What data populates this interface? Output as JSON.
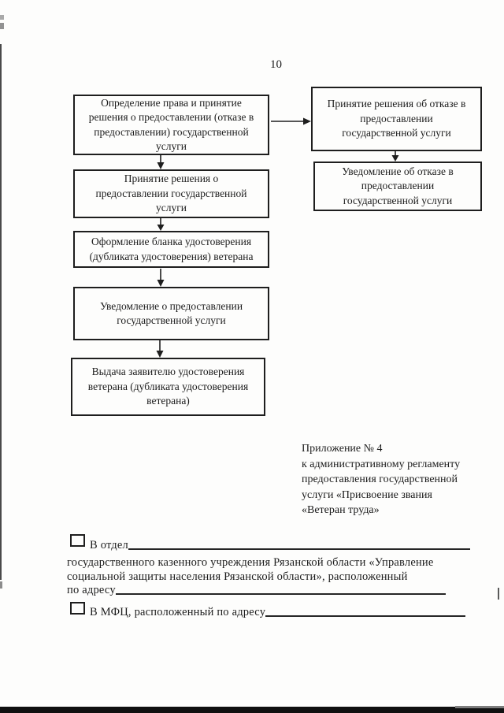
{
  "page": {
    "number": "10"
  },
  "flowchart": {
    "main_steps": [
      {
        "label": "Определение права и принятие\nрешения о предоставлении (отказе в\nпредоставлении) государственной\nуслуги"
      },
      {
        "label": "Принятие решения о\nпредоставлении государственной\nуслуги"
      },
      {
        "label": "Оформление бланка удостоверения\n(дубликата удостоверения) ветерана"
      },
      {
        "label": "Уведомление о предоставлении\nгосударственной услуги"
      },
      {
        "label": "Выдача заявителю удостоверения\nветерана (дубликата удостоверения\nветерана)"
      }
    ],
    "refusal_steps": [
      {
        "label": "Принятие решения об отказе в\nпредоставлении\nгосударственной услуги"
      },
      {
        "label": "Уведомление об отказе в\nпредоставлении\nгосударственной услуги"
      }
    ]
  },
  "annex_note": {
    "lines": [
      "Приложение № 4",
      "к административному регламенту",
      "предоставления государственной",
      "услуги «Присвоение звания",
      "«Ветеран труда»"
    ]
  },
  "form": {
    "option_department": {
      "label": "В отдел",
      "description_line_1": "государственного казенного учреждения Рязанской области «Управление",
      "description_line_2": "социальной защиты населения Рязанской области», расположенный",
      "address_label": "по адресу"
    },
    "option_mfc": {
      "label": "В МФЦ, расположенный по адресу"
    }
  }
}
